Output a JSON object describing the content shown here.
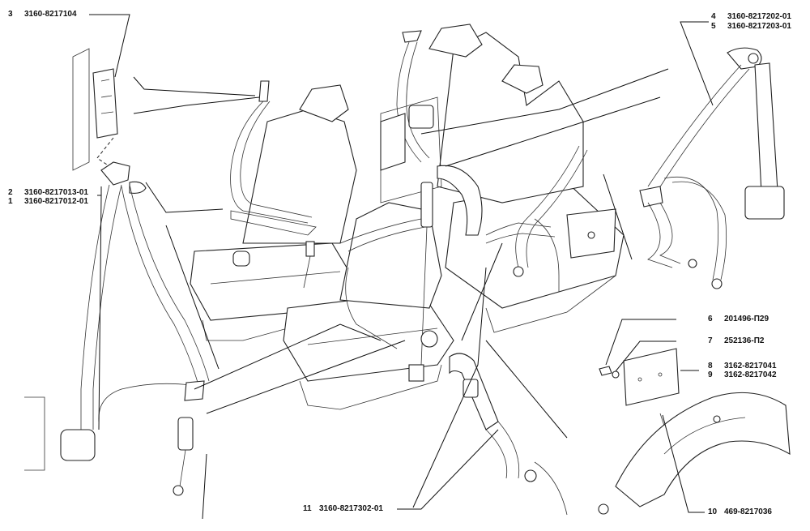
{
  "callouts": [
    {
      "id": "3",
      "num": "3",
      "code": "3160-8217104"
    },
    {
      "id": "4",
      "num": "4",
      "code": "3160-8217202-01"
    },
    {
      "id": "5",
      "num": "5",
      "code": "3160-8217203-01"
    },
    {
      "id": "2",
      "num": "2",
      "code": "3160-8217013-01"
    },
    {
      "id": "1",
      "num": "1",
      "code": "3160-8217012-01"
    },
    {
      "id": "6",
      "num": "6",
      "code": "201496-П29"
    },
    {
      "id": "7",
      "num": "7",
      "code": "252136-П2"
    },
    {
      "id": "8",
      "num": "8",
      "code": "3162-8217041"
    },
    {
      "id": "9",
      "num": "9",
      "code": "3162-8217042"
    },
    {
      "id": "11",
      "num": "11",
      "code": "3160-8217302-01"
    },
    {
      "id": "10",
      "num": "10",
      "code": "469-8217036"
    }
  ]
}
